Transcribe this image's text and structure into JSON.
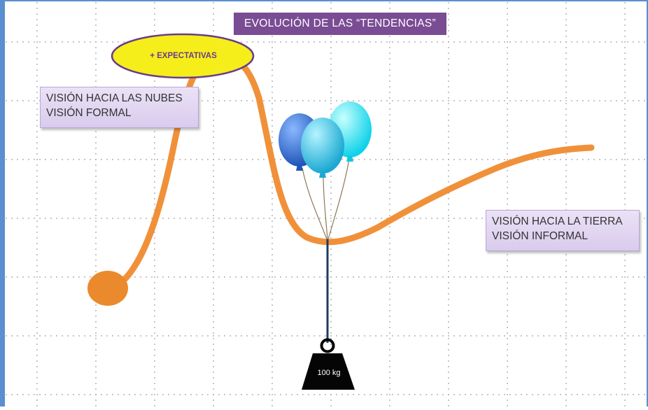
{
  "title": "EVOLUCIÓN DE LAS “TENDENCIAS”",
  "expectations_label": "+ EXPECTATIVAS",
  "left_note": {
    "line1": "VISIÓN HACIA LAS NUBES",
    "line2": "VISIÓN FORMAL"
  },
  "right_note": {
    "line1": "VISIÓN HACIA LA TIERRA",
    "line2": "VISIÓN INFORMAL"
  },
  "weight_label": "100 kg",
  "colors": {
    "title_bg": "#7a4c94",
    "curve": "#f0913a",
    "ellipse_fill": "#f5ee1a",
    "ellipse_stroke": "#6a3b8a",
    "note_bg": "#e3d8f1",
    "frame": "#5a8fd0",
    "balloons": [
      "#2f6fcf",
      "#3cc0df",
      "#33e0f0"
    ]
  }
}
